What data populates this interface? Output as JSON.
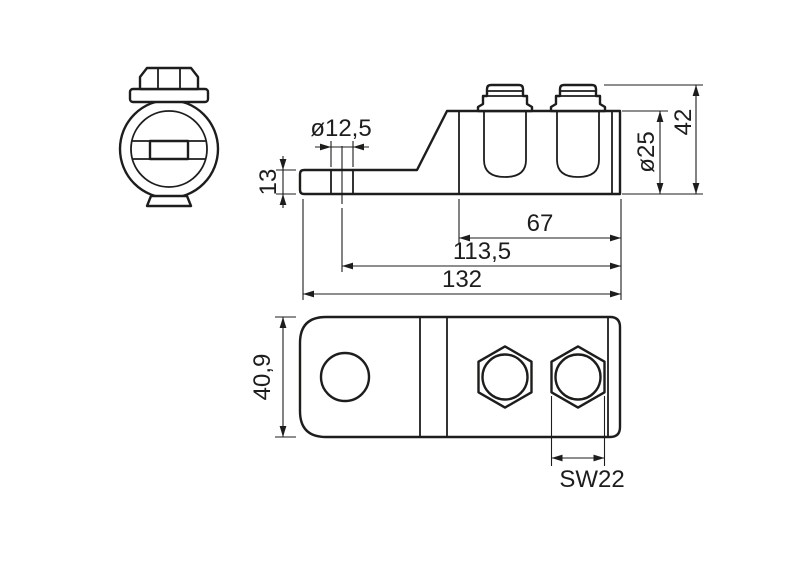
{
  "page": {
    "background": "#ffffff",
    "line_color": "#1d1d1b"
  },
  "dimensions": {
    "hole_diameter": "ø12,5",
    "tang_thickness": "13",
    "barrel_diameter": "ø25",
    "overall_height": "42",
    "clamp_length": "67",
    "hole_to_end_length": "113,5",
    "overall_length": "132",
    "body_width": "40,9",
    "wrench_size": "SW22"
  }
}
